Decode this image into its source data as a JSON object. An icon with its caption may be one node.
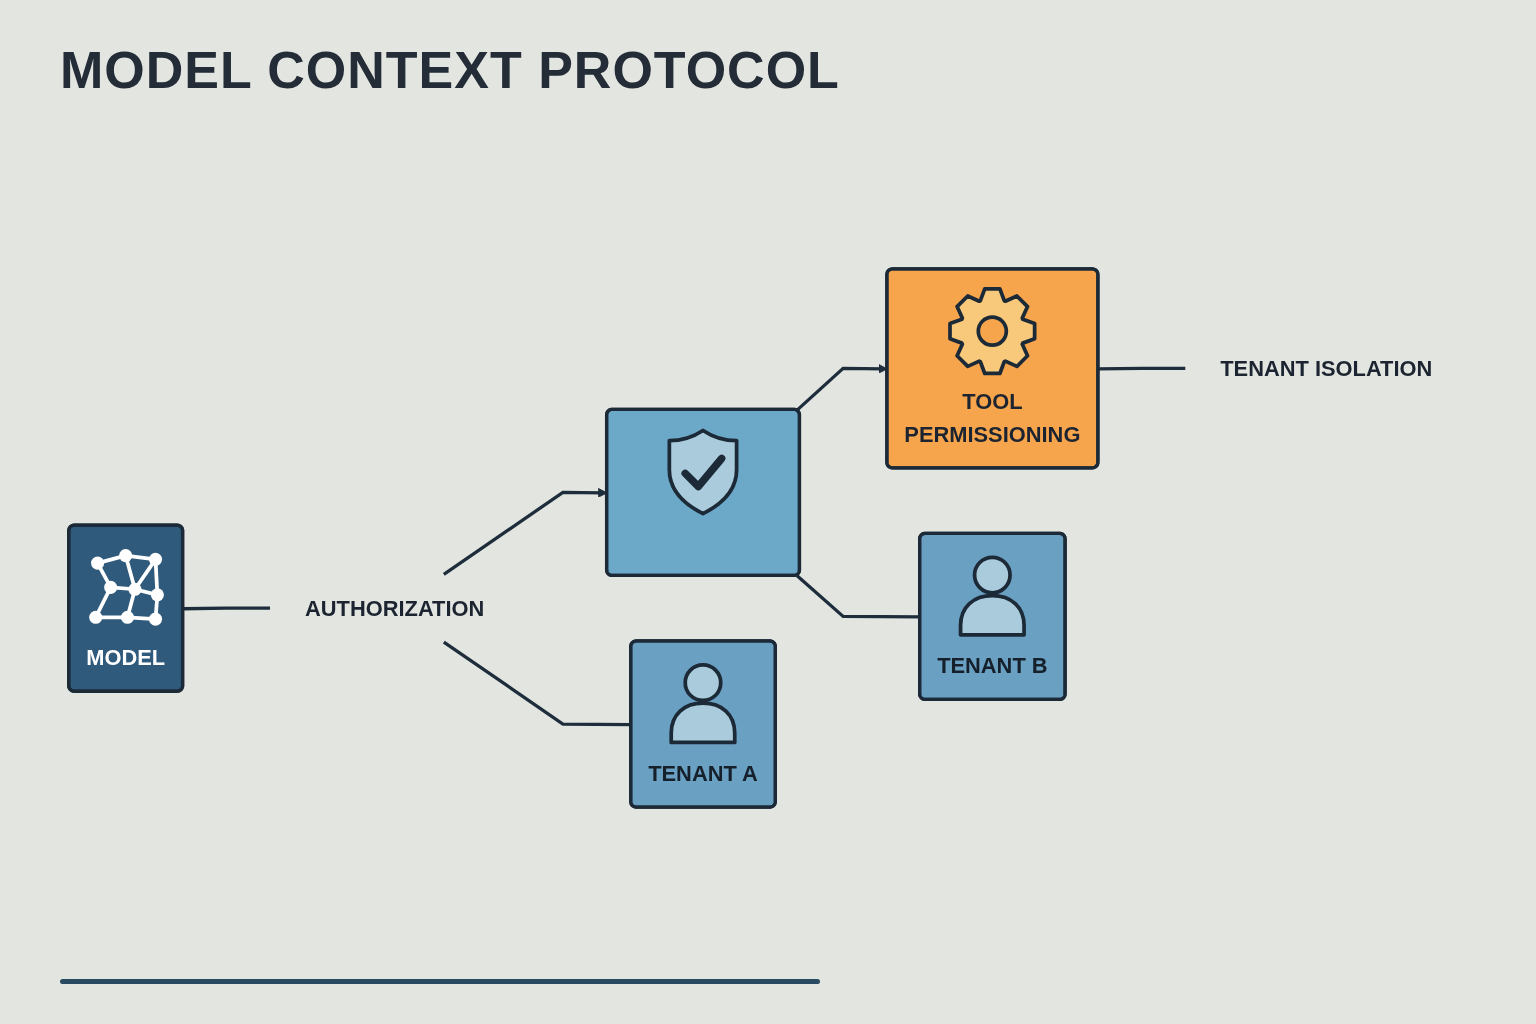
{
  "diagram": {
    "title": "MODEL CONTEXT PROTOCOL",
    "nodes": [
      {
        "text": [
          "MODEL"
        ]
      },
      {
        "text": [],
        "shape": "box"
      },
      {
        "text": [
          "TOOL",
          "PERMISSIONING"
        ]
      },
      {
        "text": [
          "AUTHORIZATION"
        ]
      },
      {
        "text": [
          "TENANT A"
        ]
      },
      {
        "text": [
          "TENANT B"
        ]
      },
      {
        "text": [
          "TENANT ISOLATION"
        ]
      }
    ],
    "edges": [
      {
        "from": 0,
        "to": 3,
        "arrow": "none"
      },
      {
        "from": 3,
        "to": 4,
        "arrow": "none"
      },
      {
        "from": 3,
        "to": 1,
        "arrow": "to"
      },
      {
        "from": 1,
        "to": 2,
        "arrow": "to"
      },
      {
        "from": 1,
        "to": 5,
        "arrow": "none"
      },
      {
        "from": 2,
        "to": 6,
        "arrow": "none"
      }
    ]
  }
}
